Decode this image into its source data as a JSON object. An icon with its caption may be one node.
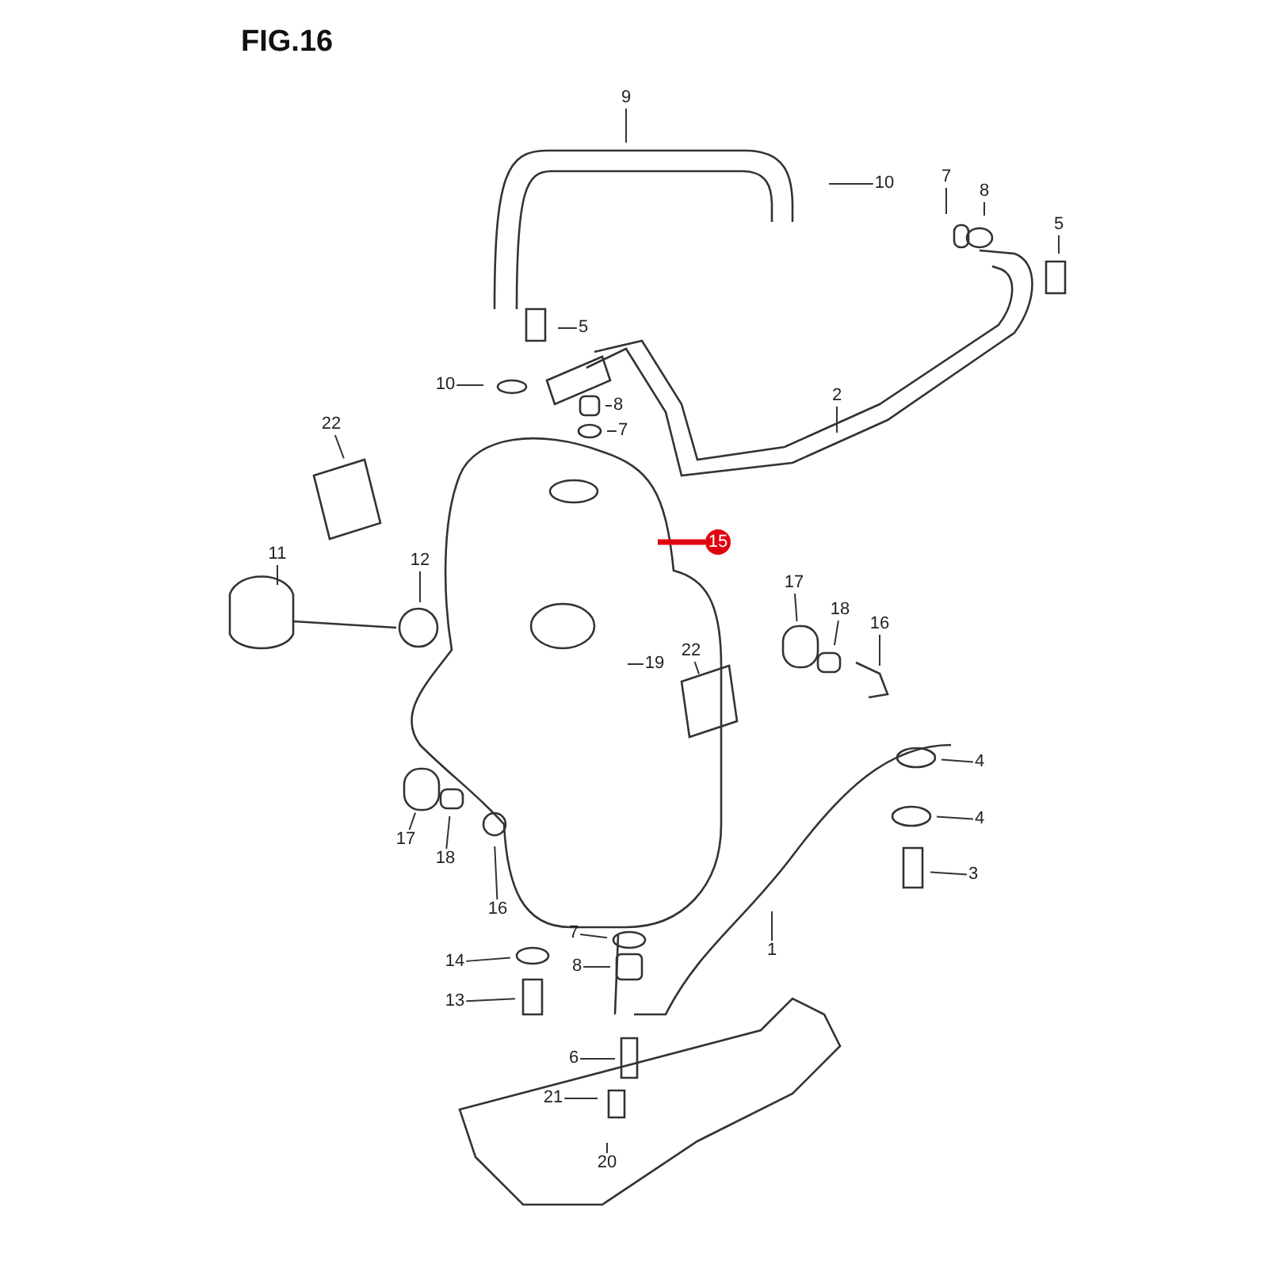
{
  "diagram": {
    "title": "FIG.16",
    "nodes": [
      {
        "text": [
          "9"
        ]
      },
      {
        "text": [
          "10"
        ]
      },
      {
        "text": [
          "7"
        ]
      },
      {
        "text": [
          "8"
        ]
      },
      {
        "text": [
          "5"
        ]
      },
      {
        "text": [
          "5"
        ]
      },
      {
        "text": [
          "10"
        ]
      },
      {
        "text": [
          "8"
        ]
      },
      {
        "text": [
          "7"
        ]
      },
      {
        "text": [
          "2"
        ]
      },
      {
        "text": [
          "22"
        ]
      },
      {
        "text": [
          "15"
        ]
      },
      {
        "text": [
          "11"
        ]
      },
      {
        "text": [
          "12"
        ]
      },
      {
        "text": [
          "17"
        ]
      },
      {
        "text": [
          "18"
        ]
      },
      {
        "text": [
          "16"
        ]
      },
      {
        "text": [
          "19"
        ]
      },
      {
        "text": [
          "22"
        ]
      },
      {
        "text": [
          "4"
        ]
      },
      {
        "text": [
          "4"
        ]
      },
      {
        "text": [
          "17"
        ]
      },
      {
        "text": [
          "18"
        ]
      },
      {
        "text": [
          "16"
        ]
      },
      {
        "text": [
          "3"
        ]
      },
      {
        "text": [
          "1"
        ]
      },
      {
        "text": [
          "7"
        ]
      },
      {
        "text": [
          "14"
        ]
      },
      {
        "text": [
          "8"
        ]
      },
      {
        "text": [
          "13"
        ]
      },
      {
        "text": [
          "6"
        ]
      },
      {
        "text": [
          "21"
        ]
      },
      {
        "text": [
          "20"
        ]
      }
    ],
    "edges": [
      {
        "from": 0,
        "to": null,
        "arrow": "none"
      },
      {
        "from": 1,
        "to": null,
        "arrow": "none"
      },
      {
        "from": 2,
        "to": null,
        "arrow": "none"
      },
      {
        "from": 3,
        "to": null,
        "arrow": "none"
      },
      {
        "from": 4,
        "to": null,
        "arrow": "none"
      },
      {
        "from": 5,
        "to": null,
        "arrow": "none"
      },
      {
        "from": 6,
        "to": null,
        "arrow": "none"
      },
      {
        "from": 7,
        "to": null,
        "arrow": "none"
      },
      {
        "from": 8,
        "to": null,
        "arrow": "none"
      },
      {
        "from": 9,
        "to": null,
        "arrow": "none"
      },
      {
        "from": 10,
        "to": null,
        "arrow": "none"
      },
      {
        "from": 11,
        "to": null,
        "arrow": "none",
        "style": "thick",
        "color": "#e0000f"
      },
      {
        "from": 12,
        "to": null,
        "arrow": "none"
      },
      {
        "from": 13,
        "to": null,
        "arrow": "none"
      },
      {
        "from": 14,
        "to": null,
        "arrow": "none"
      },
      {
        "from": 15,
        "to": null,
        "arrow": "none"
      },
      {
        "from": 16,
        "to": null,
        "arrow": "none"
      },
      {
        "from": 17,
        "to": null,
        "arrow": "none"
      },
      {
        "from": 18,
        "to": null,
        "arrow": "none"
      },
      {
        "from": 19,
        "to": null,
        "arrow": "none"
      },
      {
        "from": 20,
        "to": null,
        "arrow": "none"
      },
      {
        "from": 21,
        "to": null,
        "arrow": "none"
      },
      {
        "from": 22,
        "to": null,
        "arrow": "none"
      },
      {
        "from": 23,
        "to": null,
        "arrow": "none"
      },
      {
        "from": 24,
        "to": null,
        "arrow": "none"
      },
      {
        "from": 25,
        "to": null,
        "arrow": "none"
      },
      {
        "from": 26,
        "to": null,
        "arrow": "none"
      },
      {
        "from": 27,
        "to": null,
        "arrow": "none"
      },
      {
        "from": 28,
        "to": null,
        "arrow": "none"
      },
      {
        "from": 29,
        "to": null,
        "arrow": "none"
      },
      {
        "from": 30,
        "to": null,
        "arrow": "none"
      },
      {
        "from": 31,
        "to": null,
        "arrow": "none"
      },
      {
        "from": 32,
        "to": null,
        "arrow": "none"
      }
    ]
  }
}
